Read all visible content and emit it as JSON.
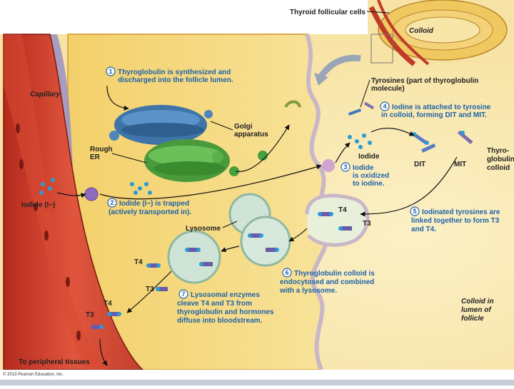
{
  "title_inset": "Thyroid follicular cells",
  "inset_colloid": "Colloid",
  "capillary": "Capillary",
  "golgi": [
    "Golgi",
    "apparatus"
  ],
  "rough_er": [
    "Rough",
    "ER"
  ],
  "lysosome": "Lysosome",
  "iodide_left": "Iodide (I−)",
  "iodide_lumen": "Iodide",
  "dit": "DIT",
  "mit": "MIT",
  "thyroglobulin_colloid": [
    "Thyro-",
    "globulin",
    "colloid"
  ],
  "tyrosines": [
    "Tyrosines (part of thyroglobulin",
    "molecule)"
  ],
  "colloid_lumen": [
    "Colloid in",
    "lumen of",
    "follicle"
  ],
  "to_peripheral": "To peripheral tissues",
  "hormone_labels": {
    "t4": "T4",
    "t3": "T3"
  },
  "steps": [
    {
      "num": "1",
      "lines": [
        "Thyroglobulin is synthesized and",
        "discharged into the follicle lumen."
      ]
    },
    {
      "num": "2",
      "lines": [
        "Iodide (I−) is trapped",
        "(actively transported in)."
      ]
    },
    {
      "num": "3",
      "lines": [
        "Iodide",
        "is oxidized",
        "to iodine."
      ]
    },
    {
      "num": "4",
      "lines": [
        "Iodine is attached to tyrosine",
        "in colloid, forming DIT and MIT."
      ]
    },
    {
      "num": "5",
      "lines": [
        "Iodinated tyrosines are",
        "linked together to form T3",
        "and T4."
      ]
    },
    {
      "num": "6",
      "lines": [
        "Thyroglobulin colloid is",
        "endocytosed and combined",
        "with a lysosome."
      ]
    },
    {
      "num": "7",
      "lines": [
        "Lysosomal enzymes",
        "cleave T4 and T3 from",
        "thyroglobulin and hormones",
        "diffuse into bloodstream."
      ]
    }
  ],
  "copyright": "© 2013 Pearson Education, Inc."
}
